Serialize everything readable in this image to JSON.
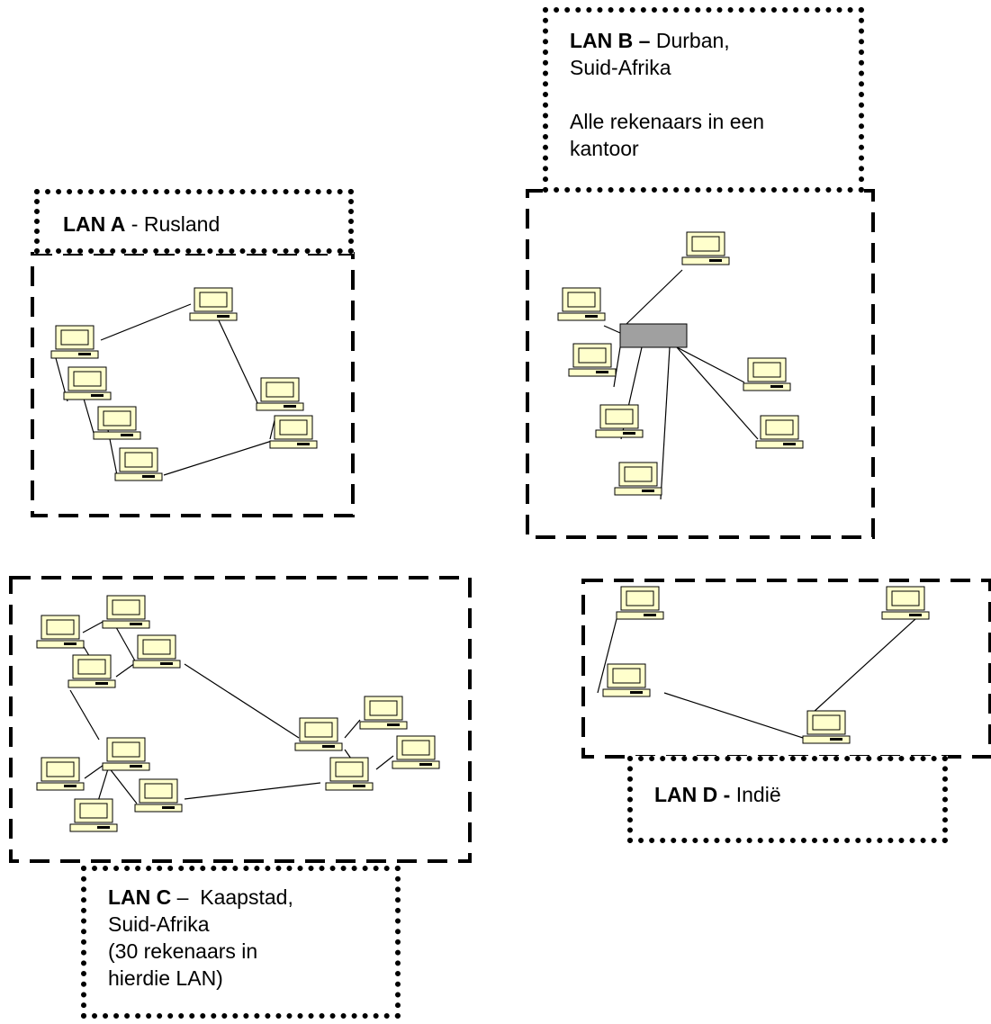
{
  "lans": {
    "a": {
      "name": "LAN A",
      "separator": " - ",
      "location": "Rusland"
    },
    "b": {
      "name": "LAN B",
      "separator": " – ",
      "location_line1": "Durban,",
      "location_line2": "Suid-Afrika",
      "note_line1": "Alle rekenaars in een",
      "note_line2": "kantoor"
    },
    "c": {
      "name": "LAN C",
      "separator": " –  ",
      "location_line1": "Kaapstad,",
      "location_line2": "Suid-Afrika",
      "note_line1": "(30 rekenaars in",
      "note_line2": "hierdie LAN)"
    },
    "d": {
      "name": "LAN D",
      "separator": " - ",
      "location": "Indië"
    }
  },
  "colors": {
    "computer_fill": "#ffffcc",
    "switch_fill": "#a0a0a0",
    "line": "#000000"
  }
}
